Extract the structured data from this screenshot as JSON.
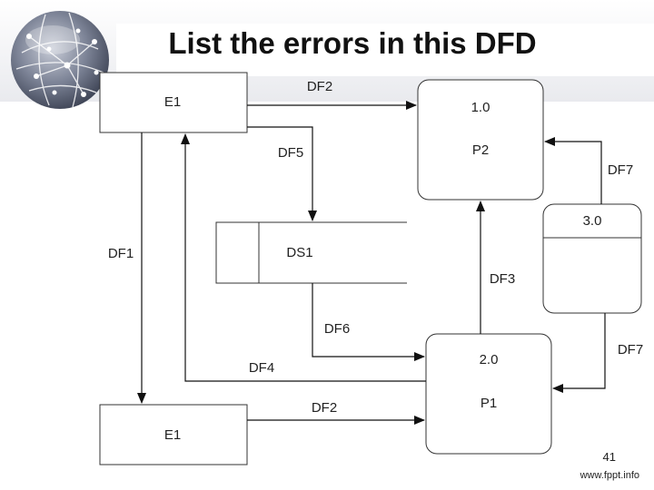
{
  "slide": {
    "title": "List the errors in this DFD",
    "page_number": "41",
    "footer": "www.fppt.info"
  },
  "diagram": {
    "entities": {
      "e1_top": "E1",
      "e1_bottom": "E1"
    },
    "processes": {
      "p2": {
        "number": "1.0",
        "name": "P2"
      },
      "p1": {
        "number": "2.0",
        "name": "P1"
      },
      "p3": {
        "number": "3.0"
      }
    },
    "datastore": {
      "name": "DS1"
    },
    "flows": {
      "df2_top": "DF2",
      "df5": "DF5",
      "df7_top": "DF7",
      "df1": "DF1",
      "df3": "DF3",
      "df6": "DF6",
      "df4": "DF4",
      "df7_bottom": "DF7",
      "df2_bottom": "DF2"
    }
  }
}
